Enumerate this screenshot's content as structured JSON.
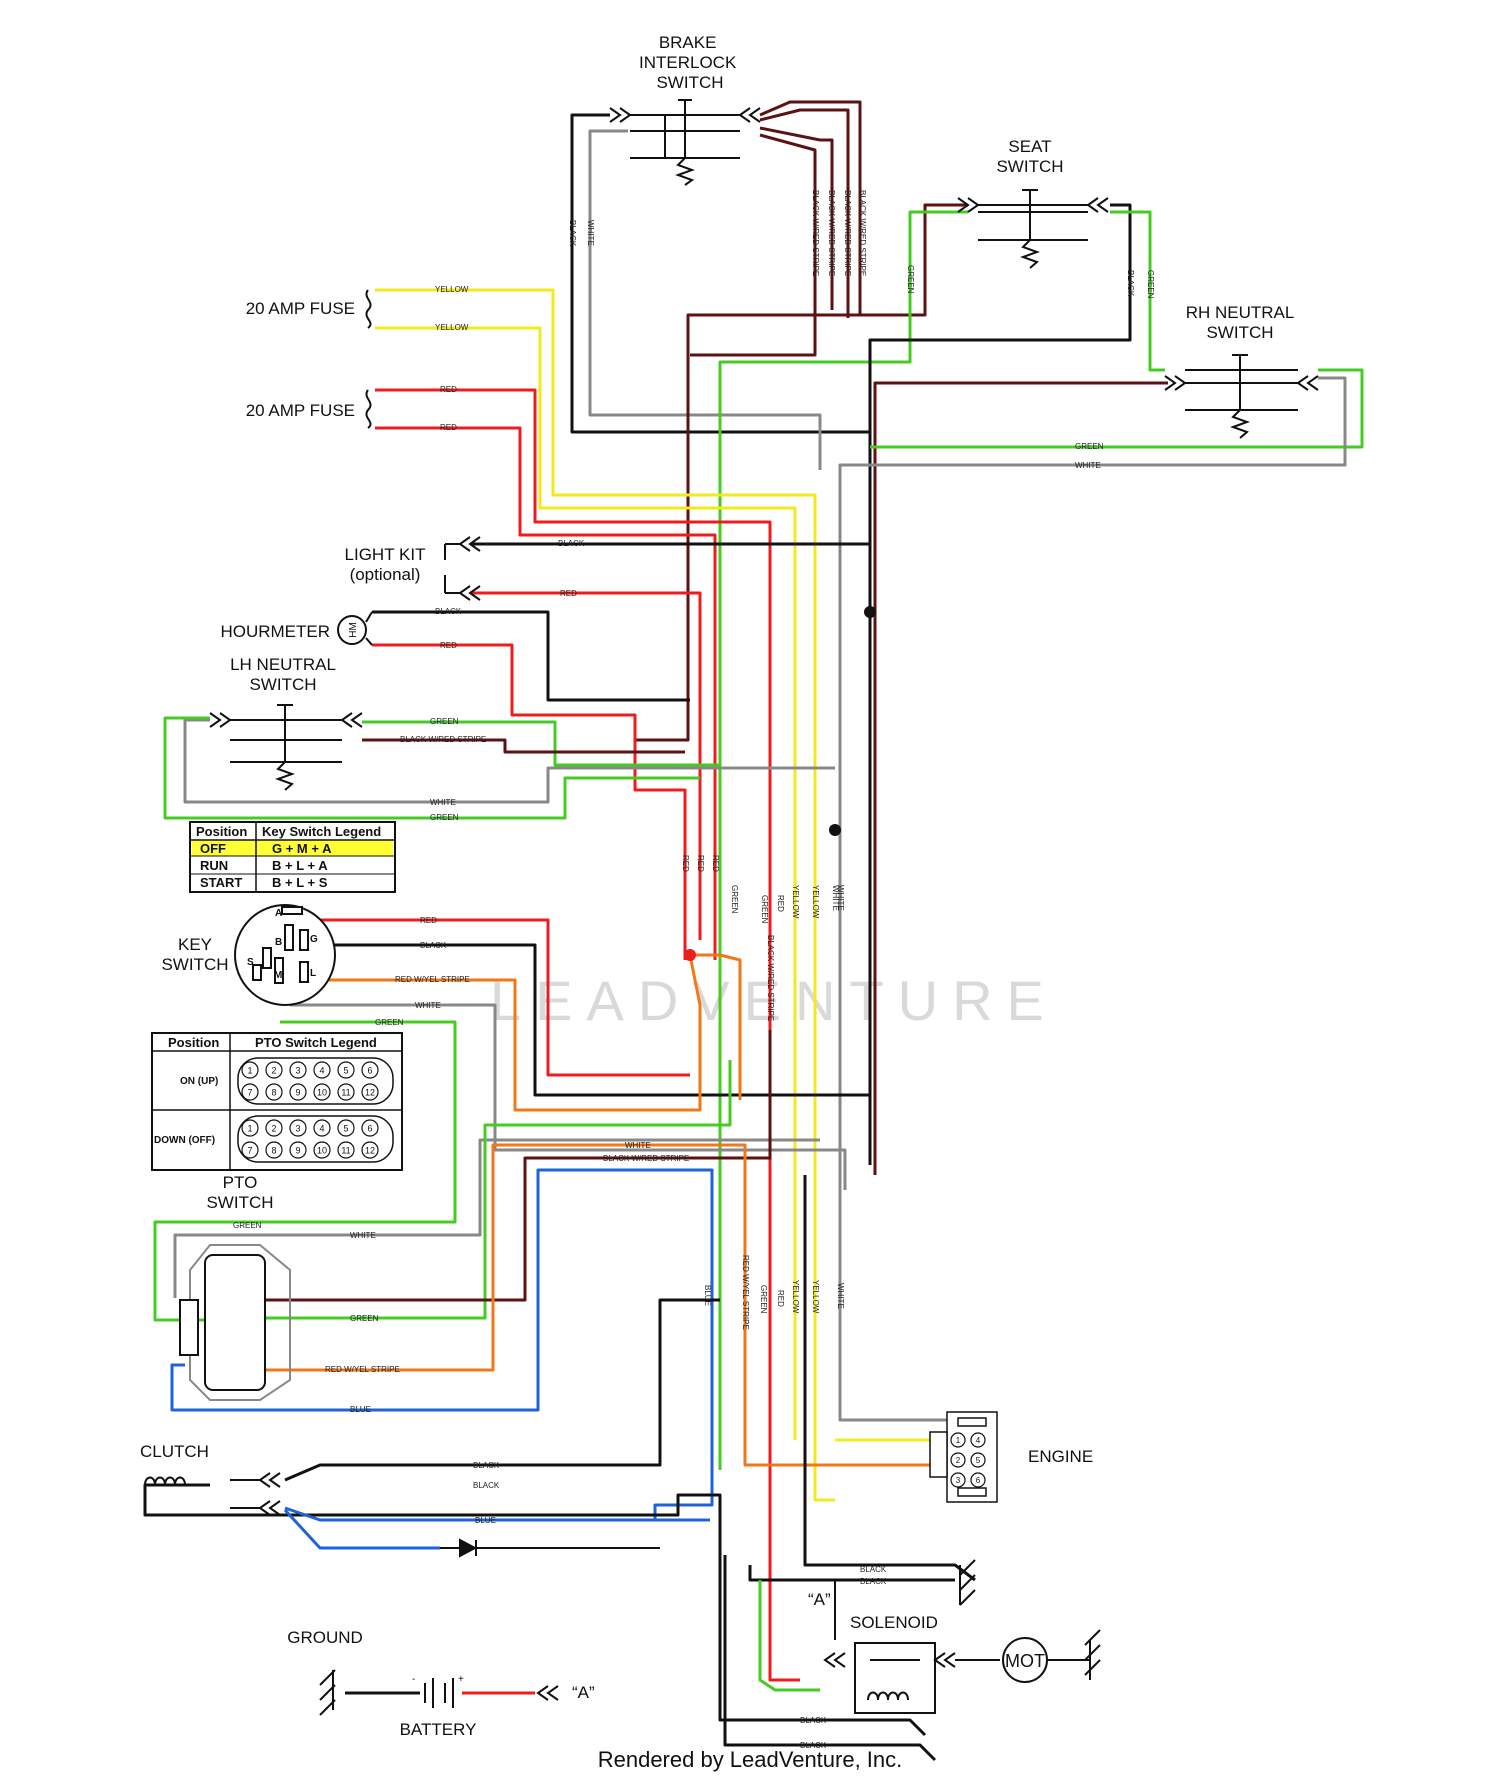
{
  "components": {
    "brake_switch": "BRAKE\nINTERLOCK\nSWITCH",
    "seat_switch": "SEAT\nSWITCH",
    "rh_neutral": "RH NEUTRAL\nSWITCH",
    "fuse_a": "20 AMP FUSE",
    "fuse_b": "20 AMP FUSE",
    "light_kit": "LIGHT KIT\n(optional)",
    "hourmeter": "HOURMETER",
    "hm": "HM",
    "lh_neutral": "LH NEUTRAL\nSWITCH",
    "key_switch": "KEY\nSWITCH",
    "pto_switch": "PTO\nSWITCH",
    "clutch": "CLUTCH",
    "engine": "ENGINE",
    "solenoid": "SOLENOID",
    "mot": "MOT",
    "ground": "GROUND",
    "battery": "BATTERY",
    "ref_a1": "“A”",
    "ref_a2": "“A”",
    "plus": "+",
    "minus": "-"
  },
  "key_table": {
    "h1": "Position",
    "h2": "Key Switch Legend",
    "rows": [
      {
        "pos": "OFF",
        "val": "G + M + A"
      },
      {
        "pos": "RUN",
        "val": "B + L + A"
      },
      {
        "pos": "START",
        "val": "B + L + S"
      }
    ],
    "highlight": "#ffff33"
  },
  "pto_table": {
    "h1": "Position",
    "h2": "PTO Switch Legend",
    "r1": "ON (UP)",
    "r2": "DOWN (OFF)",
    "nums": [
      "1",
      "2",
      "3",
      "4",
      "5",
      "6",
      "7",
      "8",
      "9",
      "10",
      "11",
      "12"
    ]
  },
  "key_terms": {
    "a": "A",
    "b": "B",
    "g": "G",
    "s": "S",
    "m": "M",
    "l": "L"
  },
  "wires": {
    "yellow": "YELLOW",
    "red": "RED",
    "black": "BLACK",
    "white": "WHITE",
    "green": "GREEN",
    "blue": "BLUE",
    "bwr": "BLACK W/RED STRIPE",
    "ryel": "RED W/YEL STRIPE",
    "whitewhite": "WHITE"
  },
  "colors": {
    "yellow": "#f2ea1c",
    "red": "#ee1c1c",
    "black": "#111111",
    "green": "#44cc22",
    "white": "#888888",
    "blue": "#1e63d8",
    "maroon": "#5a1212",
    "orange": "#f07818"
  },
  "watermark": "LEADVENTURE",
  "footer": "Rendered by LeadVenture, Inc."
}
